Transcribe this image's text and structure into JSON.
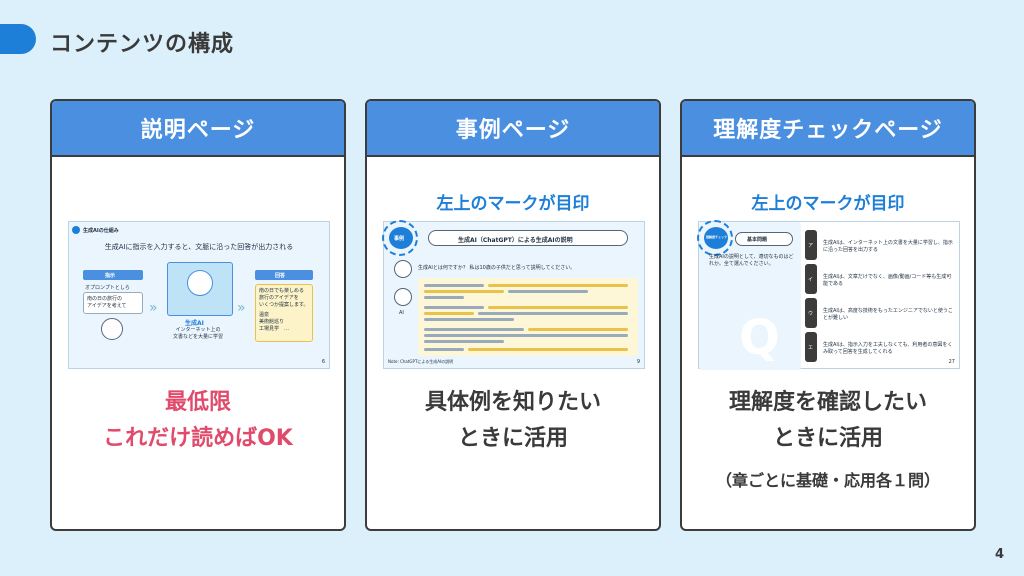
{
  "page": {
    "title": "コンテンツの構成",
    "number": "4"
  },
  "cards": [
    {
      "title": "説明ページ",
      "caption": [
        "最低限",
        "これだけ読めばOK"
      ],
      "thumb": {
        "section": "生成AIの仕組み",
        "headline": "生成AIに指示を入力すると、文脈に沿った回答が出力される",
        "left_label": "指示",
        "left_sub": "オプロンプトとしら",
        "left_text": "南の日の旅行の\nアイデアを考えて",
        "center_name": "生成AI",
        "center_desc": "インターネット上の\n文書などを大量に学習",
        "right_label": "回答",
        "right_text": "南の日でも楽しめる\n旅行のアイデアを\nいくつか提案します。",
        "right_items": [
          "温泉",
          "美術館巡り",
          "工場見学　…"
        ],
        "page": "6"
      }
    },
    {
      "title": "事例ページ",
      "mark_note": "左上のマークが目印",
      "caption": [
        "具体例を知りたい",
        "ときに活用"
      ],
      "thumb": {
        "badge": "事例",
        "headline": "生成AI（ChatGPT）による生成AIの説明",
        "question": "生成AIとは何ですか？ 私は10歳の子供だと思って説明してください。",
        "ai_label": "AI",
        "footer": "Note: ChatGPTによる生成AIの説明",
        "page": "9"
      }
    },
    {
      "title": "理解度チェックページ",
      "mark_note": "左上のマークが目印",
      "caption": [
        "理解度を確認したい",
        "ときに活用"
      ],
      "sub_note": "（章ごとに基礎・応用各１問）",
      "thumb": {
        "badge": "理解度チェック",
        "level": "基本問題",
        "question": "生成AIの説明として、適切なものはどれか。全て選んでください。",
        "q_letter": "Q",
        "options": [
          {
            "key": "ア",
            "text": "生成AIは、インターネット上の文書を大量に学習し、指示に沿った回答を出力する"
          },
          {
            "key": "イ",
            "text": "生成AIは、文章だけでなく、画像/動画/コード等も生成可能である"
          },
          {
            "key": "ウ",
            "text": "生成AIは、高度な技術をもったエンジニアでないと使うことが難しい"
          },
          {
            "key": "エ",
            "text": "生成AIは、指示入力を工夫しなくても、利用者の意図をくみ取って回答を生成してくれる"
          }
        ],
        "page": "27"
      }
    }
  ],
  "colors": {
    "accent": "#1e7fd8",
    "header": "#4a8fe0",
    "highlight": "#e04b6b",
    "background": "#dcf0fb"
  }
}
